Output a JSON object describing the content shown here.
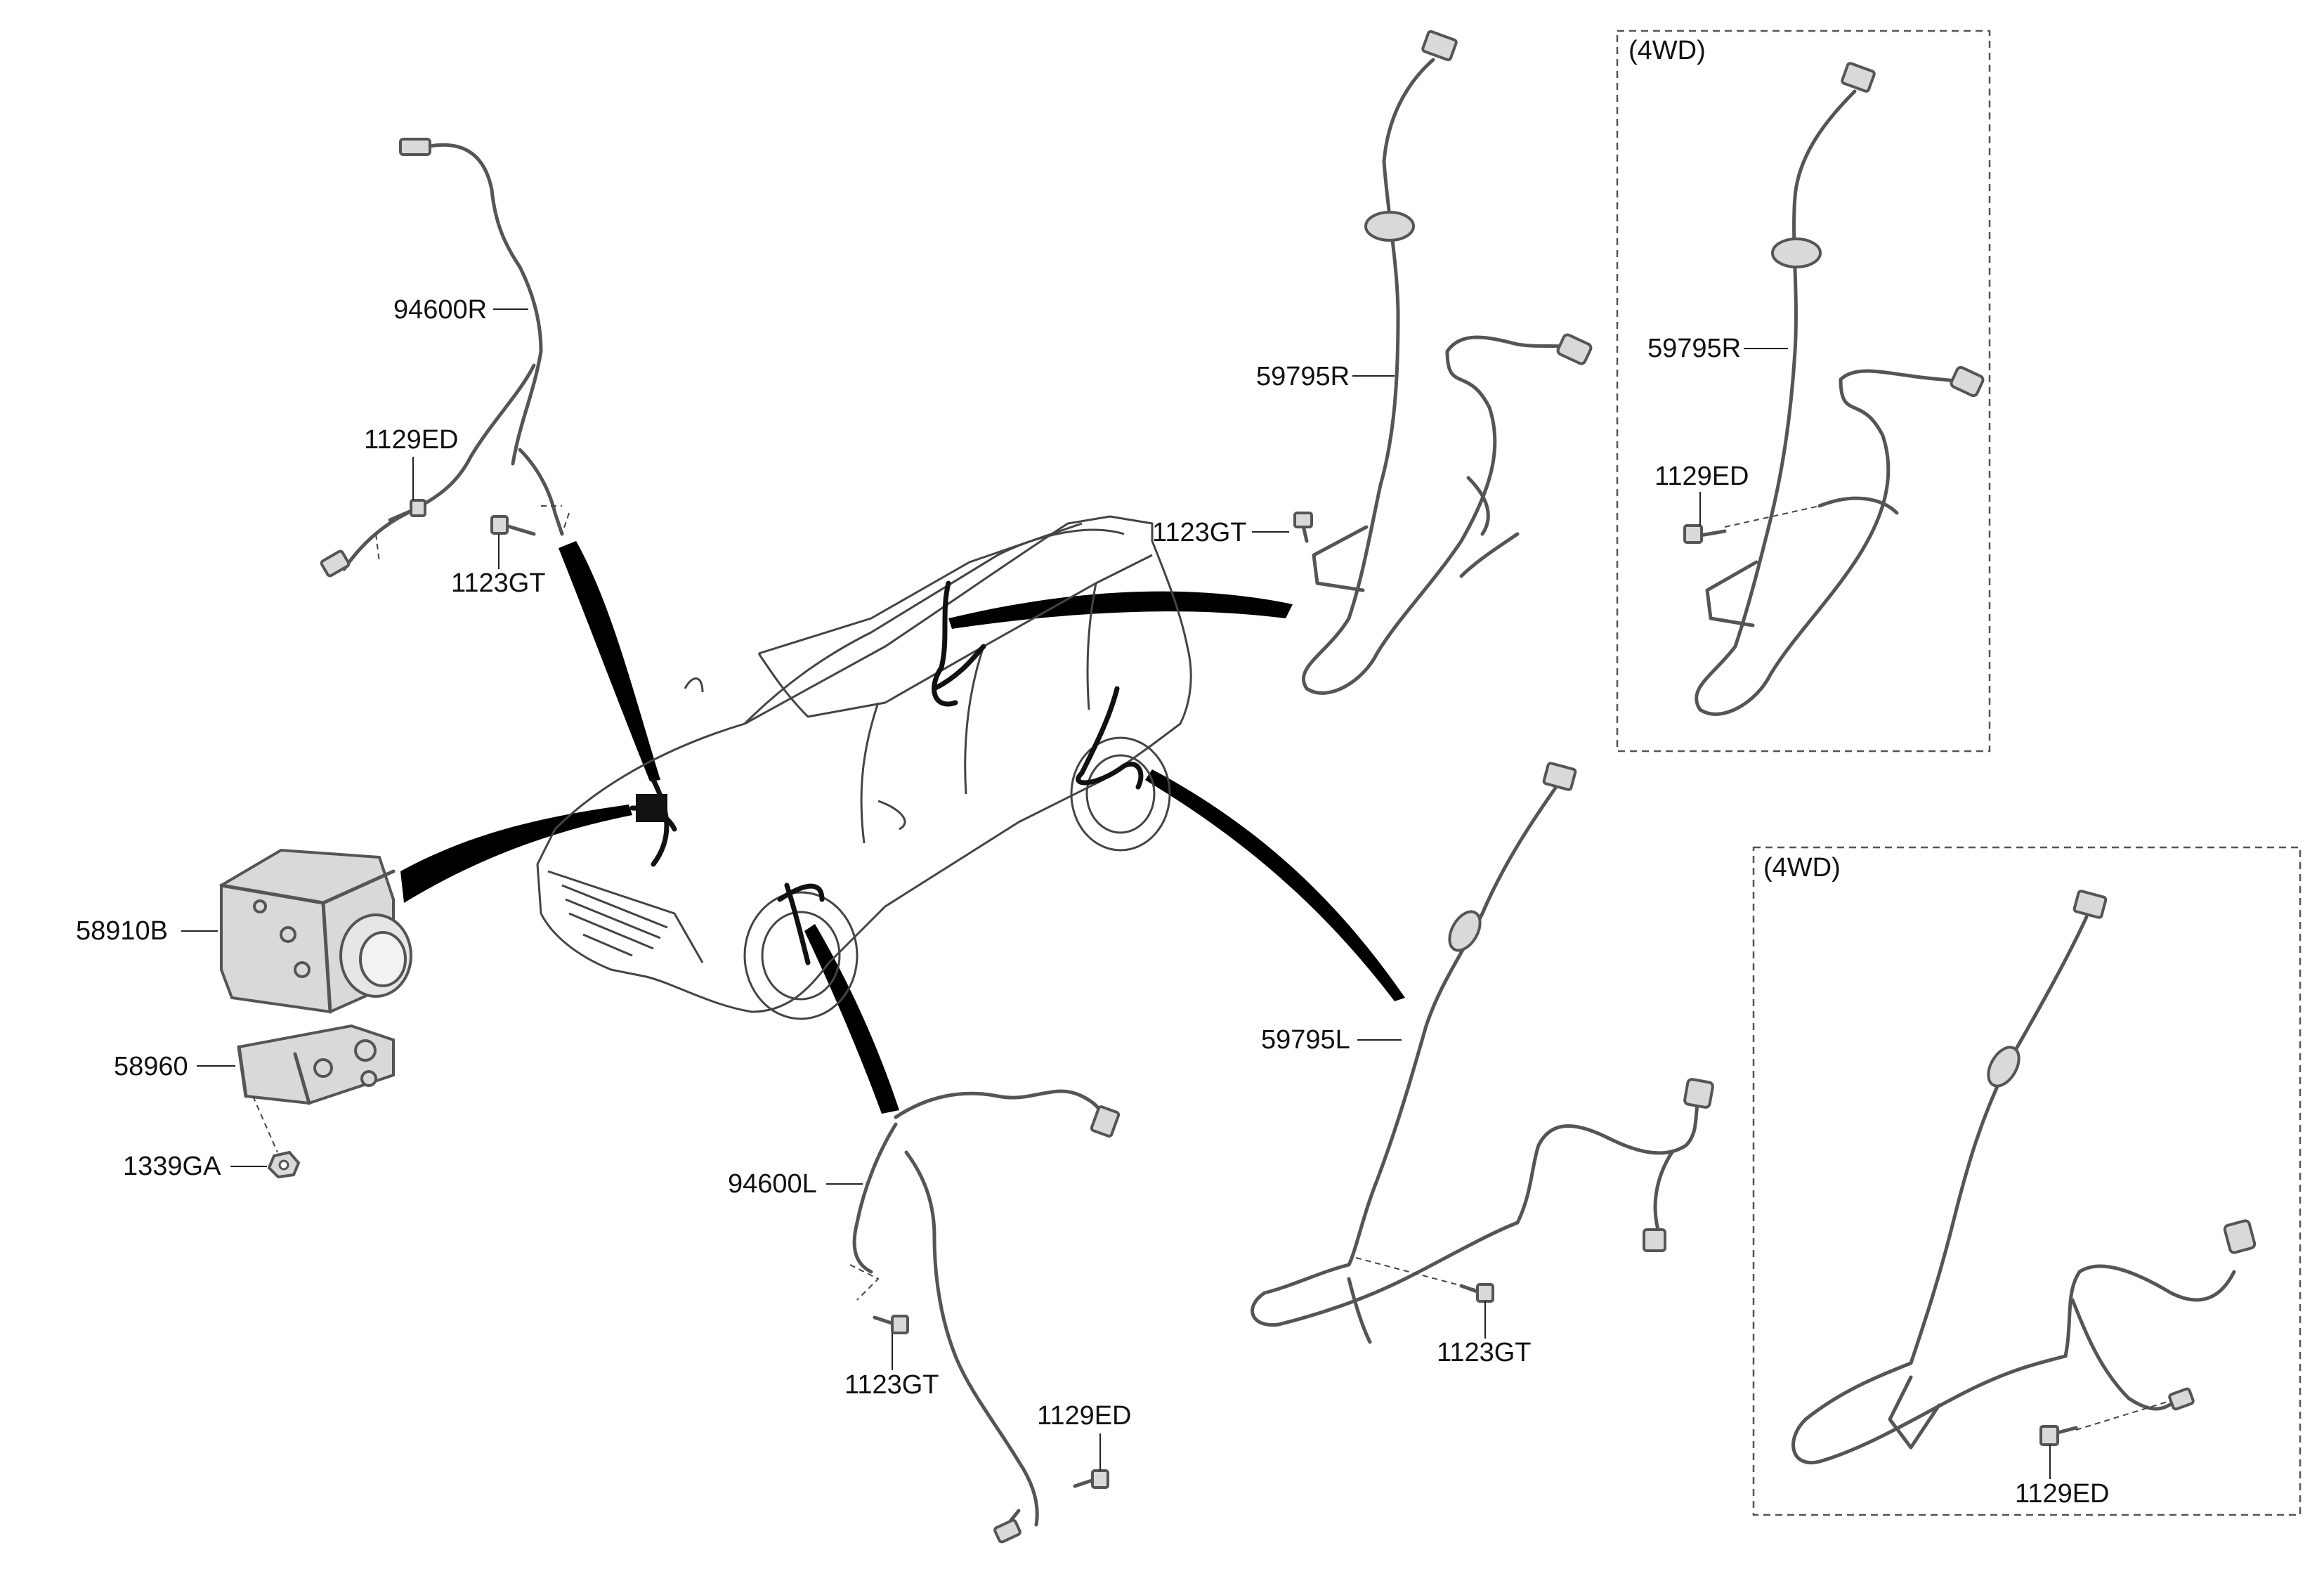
{
  "labels": {
    "p94600R": "94600R",
    "p1129ED_a": "1129ED",
    "p1123GT_a": "1123GT",
    "p59795R_a": "59795R",
    "p1123GT_b": "1123GT",
    "box1_title": "(4WD)",
    "p59795R_b": "59795R",
    "p1129ED_b": "1129ED",
    "p58910B": "58910B",
    "p58960": "58960",
    "p1339GA": "1339GA",
    "p94600L": "94600L",
    "p1123GT_c": "1123GT",
    "p1129ED_c": "1129ED",
    "p59795L": "59795L",
    "p1123GT_d": "1123GT",
    "box2_title": "(4WD)",
    "p1129ED_d": "1129ED"
  }
}
